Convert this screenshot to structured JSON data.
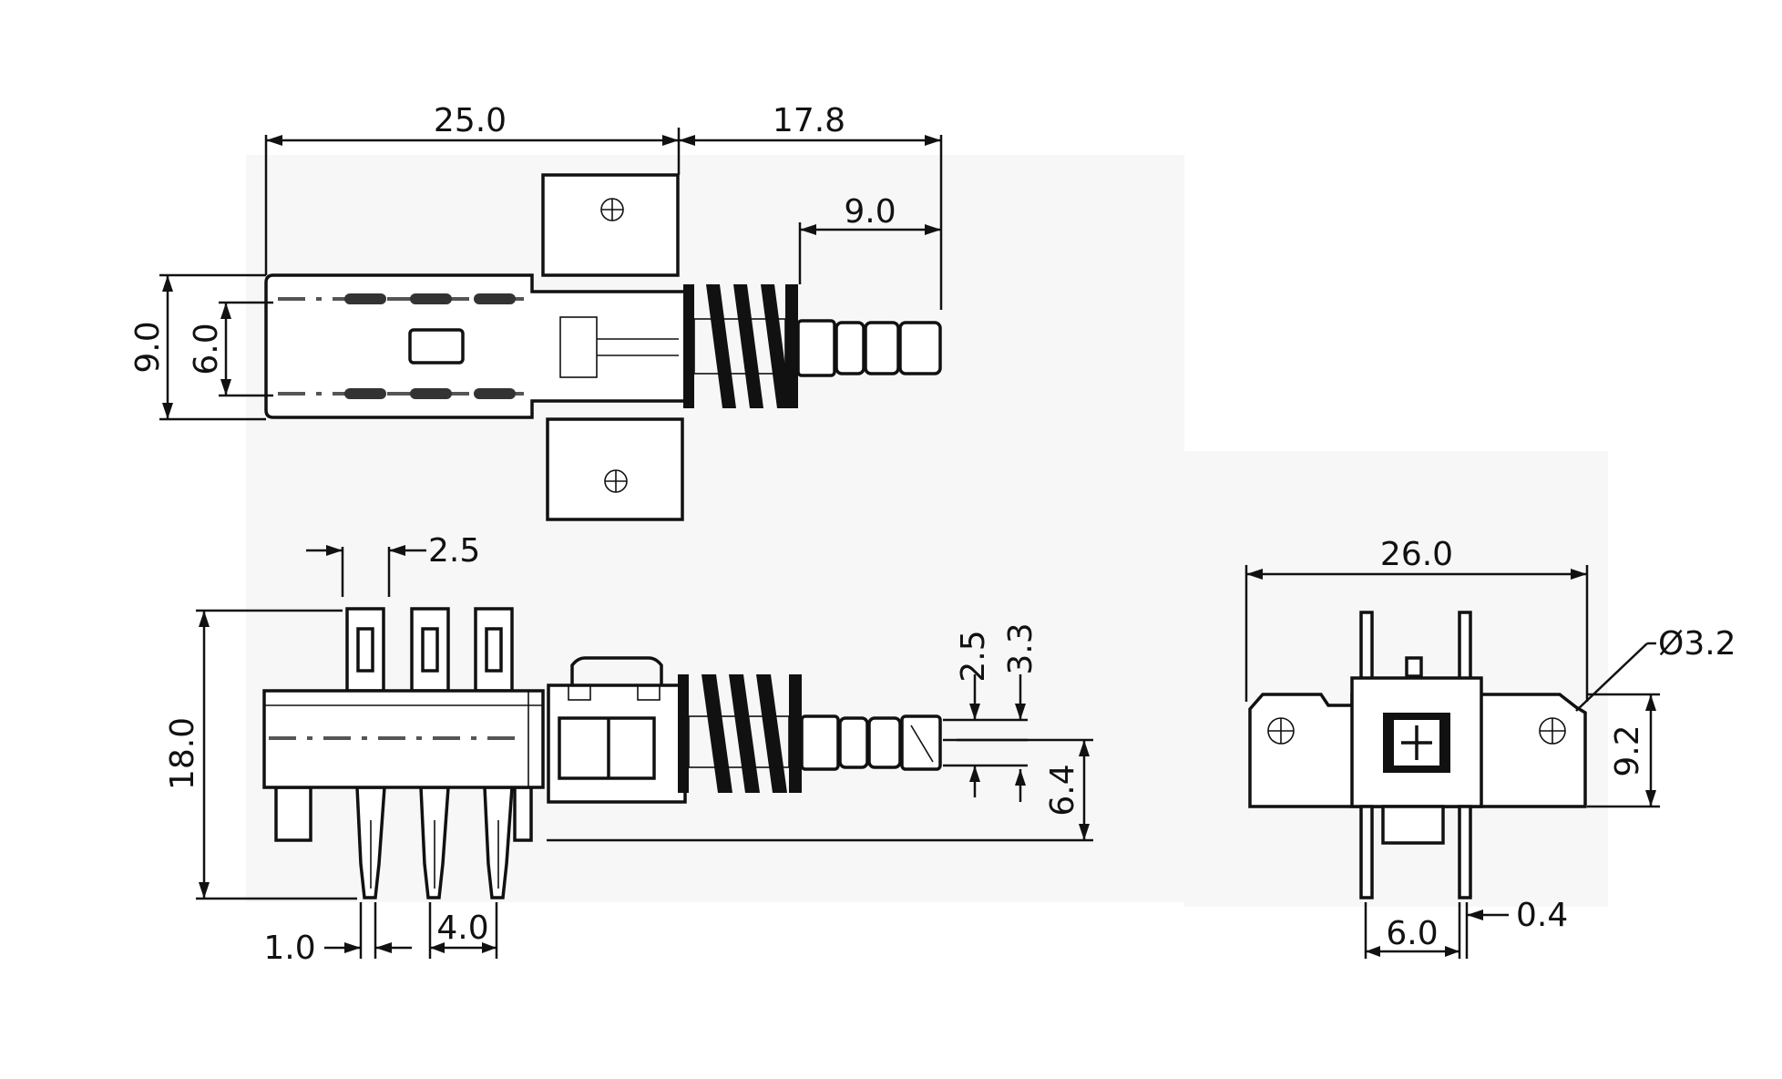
{
  "dimensions": {
    "top_view": {
      "body_length": "25.0",
      "actuator_length": "17.8",
      "stem_length": "9.0",
      "body_width": "9.0",
      "inner_width": "6.0"
    },
    "side_view": {
      "pin_pitch": "2.5",
      "height": "18.0",
      "pin_width": "1.0",
      "pin_spacing": "4.0",
      "stem_tip_a": "2.5",
      "stem_tip_b": "3.3",
      "stem_offset": "6.4"
    },
    "front_view": {
      "overall_width": "26.0",
      "hole_diameter": "Ø3.2",
      "flange_height": "9.2",
      "lead_spacing": "6.0",
      "lead_thickness": "0.4"
    }
  },
  "colors": {
    "line": "#111111",
    "background": "#ffffff",
    "shade": "#f7f7f7"
  }
}
